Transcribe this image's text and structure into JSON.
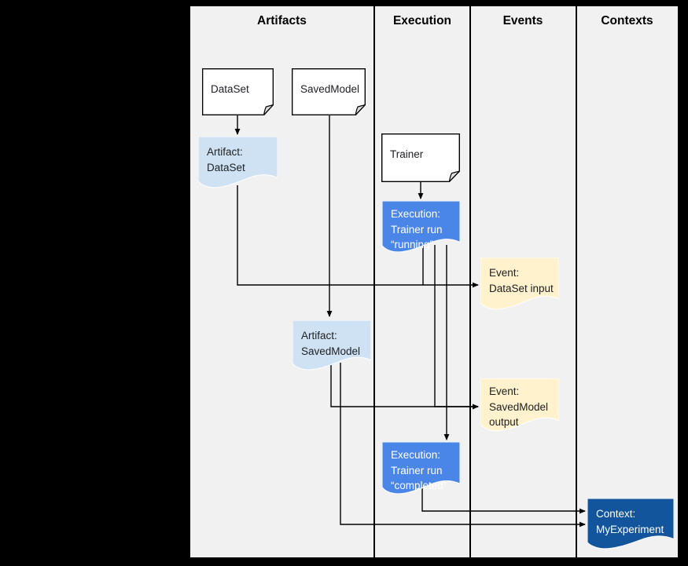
{
  "diagram": {
    "kind": "ml-metadata-flow",
    "background": "#000000",
    "panel_background": "#f1f1f1"
  },
  "columns": [
    {
      "label": "Artifacts"
    },
    {
      "label": "Execution"
    },
    {
      "label": "Events"
    },
    {
      "label": "Contexts"
    }
  ],
  "colors": {
    "note_fill": "#ffffff",
    "artifact_fill": "#cfe2f3",
    "execution_fill": "#4a86e8",
    "event_fill": "#fff2cc",
    "context_fill": "#12559c",
    "line": "#000000",
    "light_text": "#ffffff",
    "dark_text": "#202124"
  },
  "nodes": [
    {
      "id": "dataset",
      "kind": "note",
      "column": "Artifacts",
      "lines": [
        "DataSet"
      ]
    },
    {
      "id": "savedmodel",
      "kind": "note",
      "column": "Artifacts",
      "lines": [
        "SavedModel"
      ]
    },
    {
      "id": "trainer",
      "kind": "note",
      "column": "Execution",
      "lines": [
        "Trainer"
      ]
    },
    {
      "id": "artifact-dataset",
      "kind": "document",
      "column": "Artifacts",
      "lines": [
        "Artifact:",
        "DataSet"
      ]
    },
    {
      "id": "execution-running",
      "kind": "document",
      "column": "Execution",
      "lines": [
        "Execution:",
        "Trainer run",
        "“running”"
      ]
    },
    {
      "id": "event-dataset-input",
      "kind": "document",
      "column": "Events",
      "lines": [
        "Event:",
        "DataSet input"
      ]
    },
    {
      "id": "artifact-savedmodel",
      "kind": "document",
      "column": "Artifacts",
      "lines": [
        "Artifact:",
        "SavedModel"
      ]
    },
    {
      "id": "event-savedmodel-output",
      "kind": "document",
      "column": "Events",
      "lines": [
        "Event:",
        "SavedModel",
        "output"
      ]
    },
    {
      "id": "execution-completed",
      "kind": "document",
      "column": "Execution",
      "lines": [
        "Execution:",
        "Trainer run",
        "“completed”"
      ]
    },
    {
      "id": "context-myexperiment",
      "kind": "document",
      "column": "Contexts",
      "lines": [
        "Context:",
        "MyExperiment"
      ]
    }
  ],
  "connectors": [
    {
      "from": "dataset",
      "to": "artifact-dataset"
    },
    {
      "from": "savedmodel",
      "to": "artifact-savedmodel"
    },
    {
      "from": "trainer",
      "to": "execution-running"
    },
    {
      "from": "artifact-dataset",
      "to": "event-dataset-input"
    },
    {
      "from": "execution-running",
      "to": "event-dataset-input"
    },
    {
      "from": "execution-running",
      "to": "event-savedmodel-output"
    },
    {
      "from": "execution-running",
      "to": "execution-completed"
    },
    {
      "from": "artifact-savedmodel",
      "to": "event-savedmodel-output"
    },
    {
      "from": "artifact-savedmodel",
      "to": "context-myexperiment"
    },
    {
      "from": "execution-completed",
      "to": "context-myexperiment"
    }
  ]
}
